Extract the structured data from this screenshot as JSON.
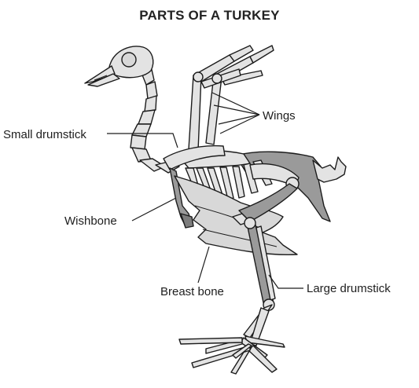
{
  "title": "PARTS OF A TURKEY",
  "labels": {
    "wings": "Wings",
    "small_drumstick": "Small drumstick",
    "wishbone": "Wishbone",
    "breast_bone": "Breast bone",
    "large_drumstick": "Large drumstick"
  },
  "colors": {
    "bone": "#e3e3e3",
    "highlighted_bone": "#9a9a9a",
    "outline": "#1c1c1c"
  }
}
